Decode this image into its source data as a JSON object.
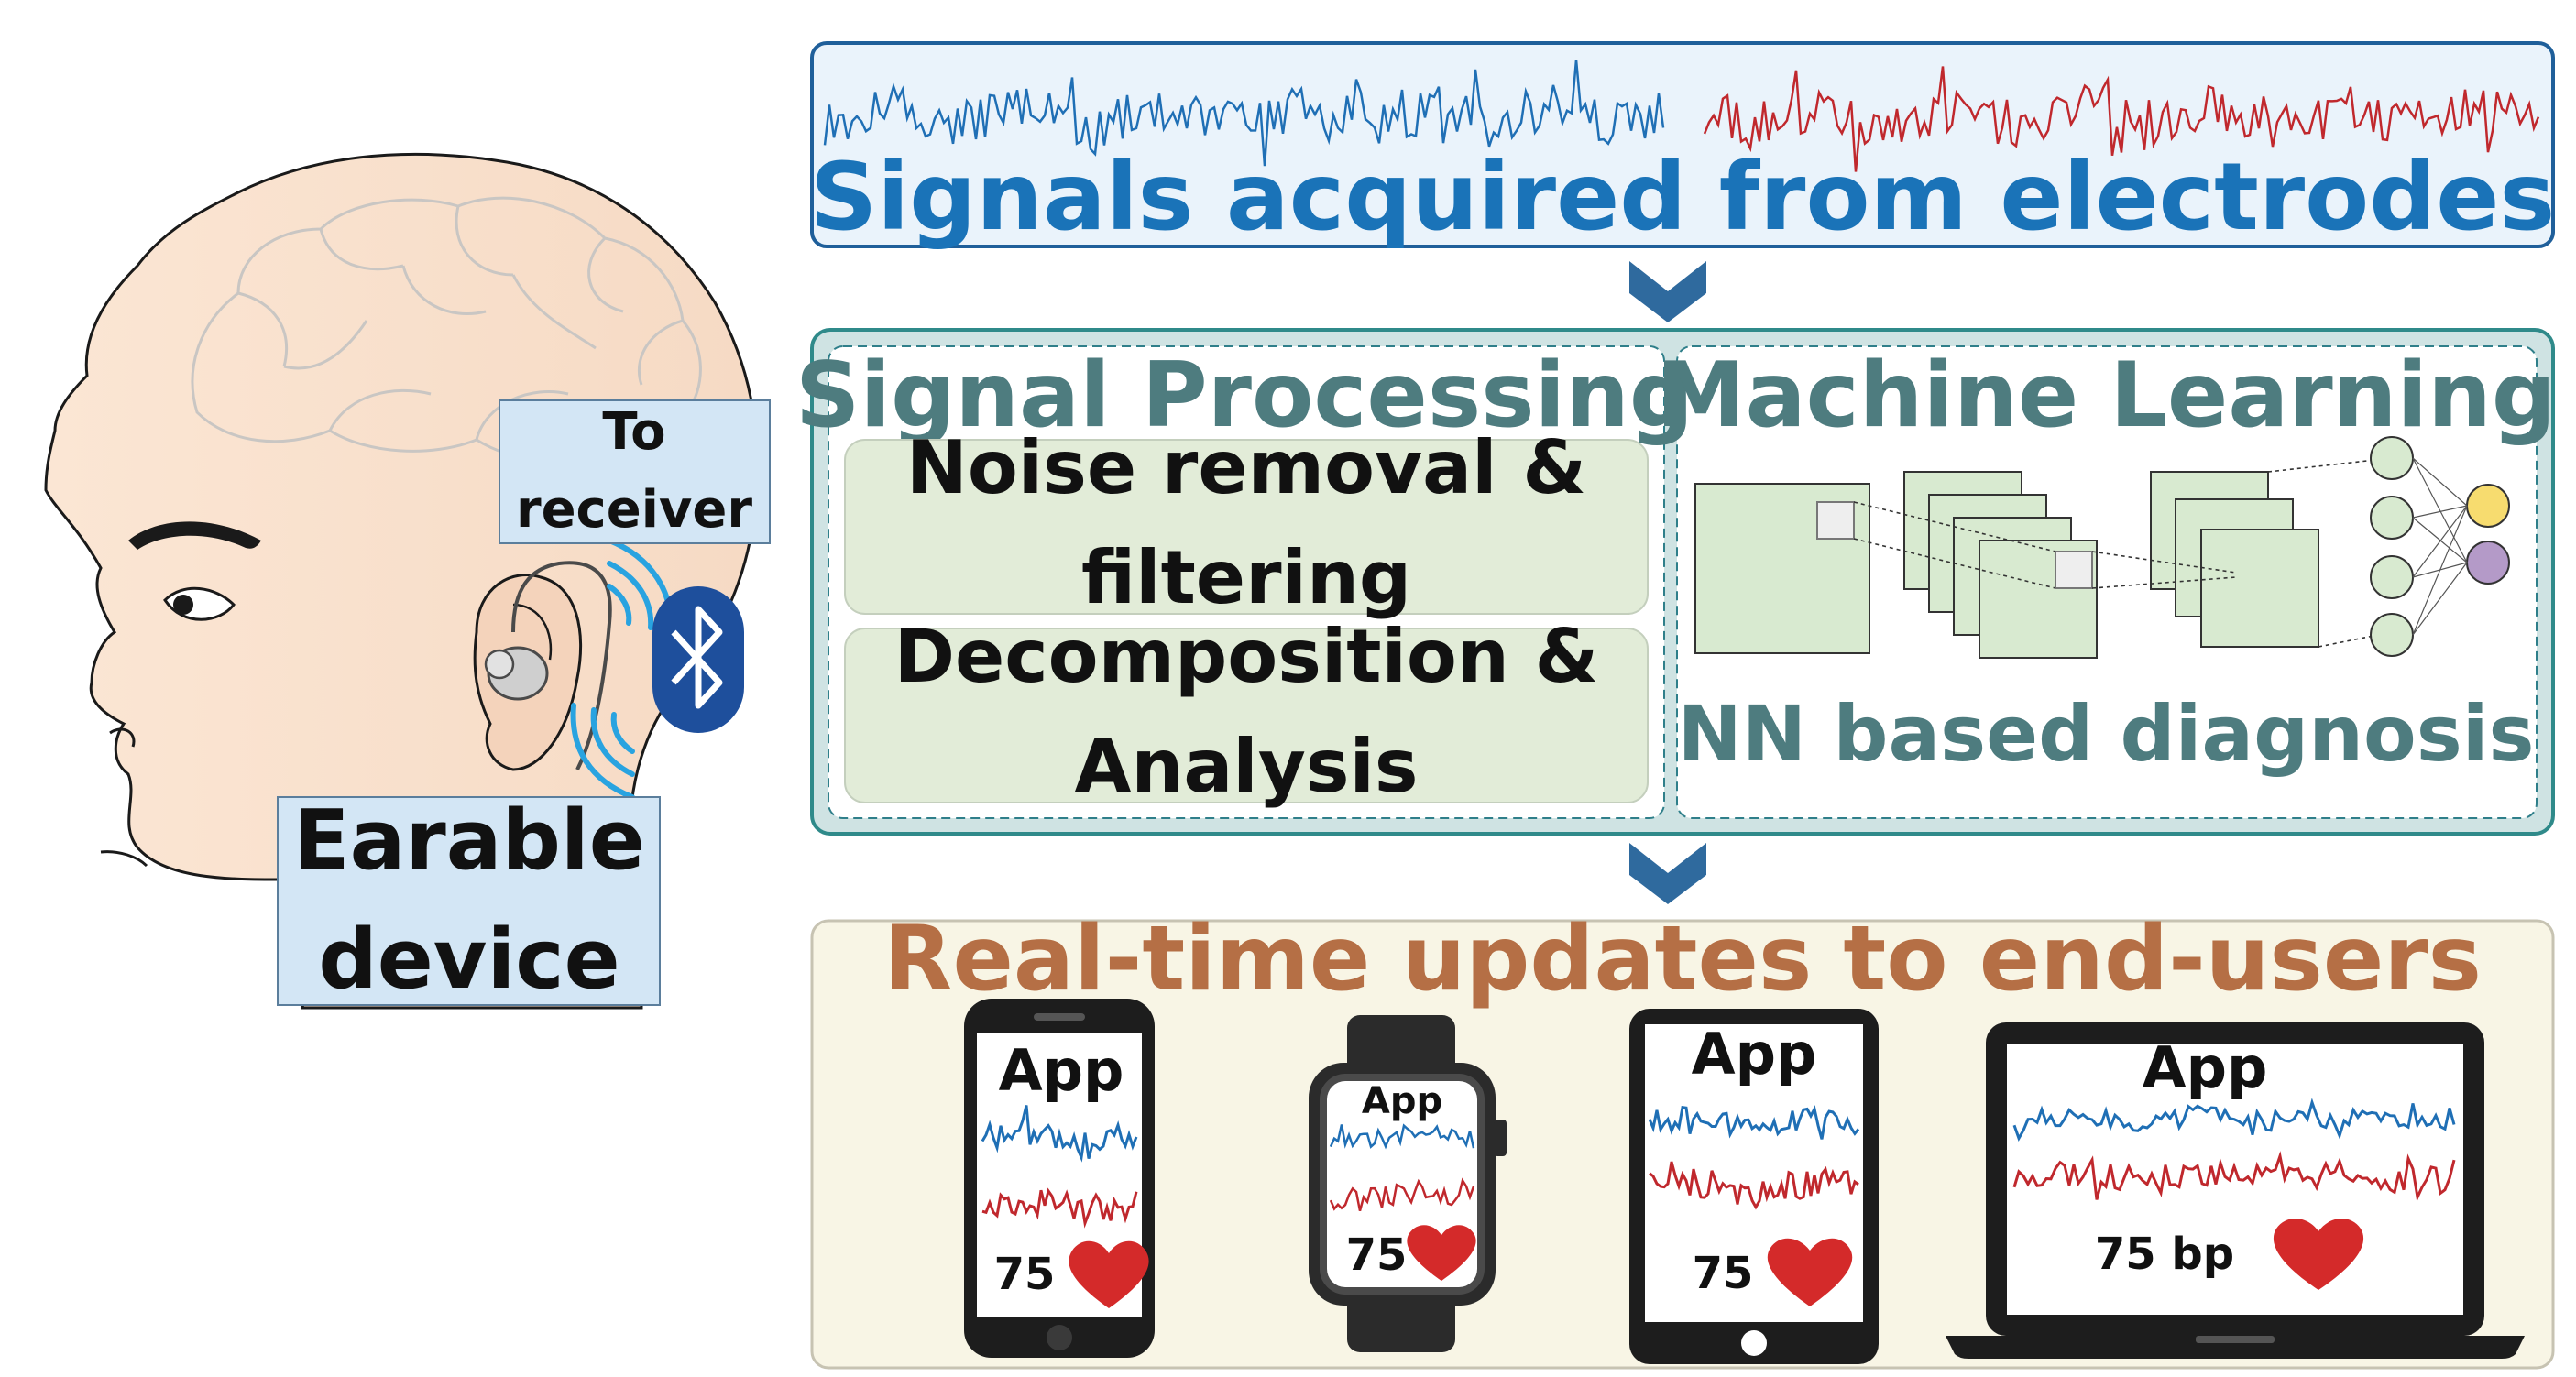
{
  "head": {
    "callout_receiver": [
      "To",
      "receiver"
    ],
    "callout_device": [
      "Earable",
      "device"
    ]
  },
  "signals": {
    "title": "Signals acquired from electrodes"
  },
  "processing": {
    "title": "Signal Processing",
    "steps": [
      [
        "Noise removal &",
        "filtering"
      ],
      [
        "Decomposition &",
        "Analysis"
      ]
    ]
  },
  "ml": {
    "title": "Machine Learning",
    "caption": "NN based diagnosis"
  },
  "updates": {
    "title": "Real-time updates to end-users",
    "devices": [
      {
        "app": "App",
        "reading": "75"
      },
      {
        "app": "App",
        "reading": "75"
      },
      {
        "app": "App",
        "reading": "75"
      },
      {
        "app": "App",
        "reading": "75 bp"
      }
    ]
  },
  "colors": {
    "signal_blue": "#1f6fb5",
    "signal_red": "#c0282d",
    "title_blue": "#1a73b8",
    "teal": "#4e7c7f",
    "brown": "#b56f45",
    "green_box": "#e2ecd8",
    "heart": "#d42a2a",
    "bluetooth": "#1e4f9c",
    "skin": "#f9e2cf"
  }
}
